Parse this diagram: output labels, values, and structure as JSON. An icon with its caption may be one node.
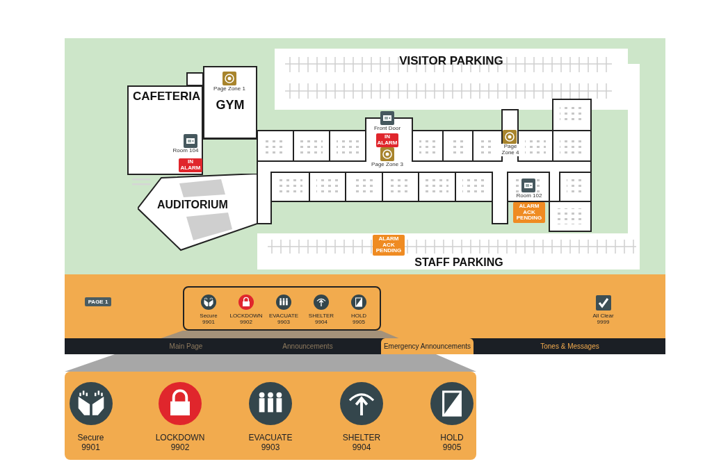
{
  "diagram": {
    "nodes": [
      {
        "text": [
          "VISITOR PARKING"
        ]
      },
      {
        "text": [
          "CAFETERIA"
        ]
      },
      {
        "text": [
          "IN ALARM"
        ],
        "in": 1
      },
      {
        "text": [
          "GYM"
        ]
      },
      {
        "text": [
          "AUDITORIUM"
        ]
      },
      {
        "text": [
          "IN ALARM"
        ]
      },
      {
        "text": [
          "ALARM ACK PENDING"
        ]
      },
      {
        "text": [
          "STAFF PARKING"
        ]
      },
      {
        "text": [
          "ALARM ACK PENDING"
        ],
        "in": 7
      },
      {
        "text": [
          "PAGE 1"
        ]
      },
      {
        "text": [],
        "shape": "box"
      },
      {
        "text": [
          "Secure",
          "9901"
        ],
        "in": 10
      },
      {
        "text": [
          "LOCKDOWN",
          "9902"
        ],
        "in": 10
      },
      {
        "text": [
          "EVACUATE",
          "9903"
        ],
        "in": 10
      },
      {
        "text": [
          "SHELTER",
          "9904"
        ],
        "in": 10
      },
      {
        "text": [
          "HOLD",
          "9905"
        ],
        "in": 10
      },
      {
        "text": [
          "All Clear",
          "9999"
        ]
      },
      {
        "text": [
          "Main Page"
        ]
      },
      {
        "text": [
          "Announcements"
        ]
      },
      {
        "text": [
          "Emergency Announcements"
        ]
      },
      {
        "text": [
          "Tones & Messages"
        ]
      },
      {
        "text": [],
        "shape": "box"
      },
      {
        "text": [
          "Secure",
          "9901"
        ],
        "in": 21
      },
      {
        "text": [
          "LOCKDOWN",
          "9902"
        ],
        "in": 21
      },
      {
        "text": [
          "EVACUATE",
          "9903"
        ],
        "in": 21
      },
      {
        "text": [
          "SHELTER",
          "9904"
        ],
        "in": 21
      },
      {
        "text": [
          "HOLD",
          "9905"
        ],
        "in": 21
      }
    ],
    "labels": [
      "Page Zone 1",
      "Room 104",
      "Front Door",
      "Page Zone 3",
      "Page Zone 4",
      "Room 102"
    ]
  }
}
